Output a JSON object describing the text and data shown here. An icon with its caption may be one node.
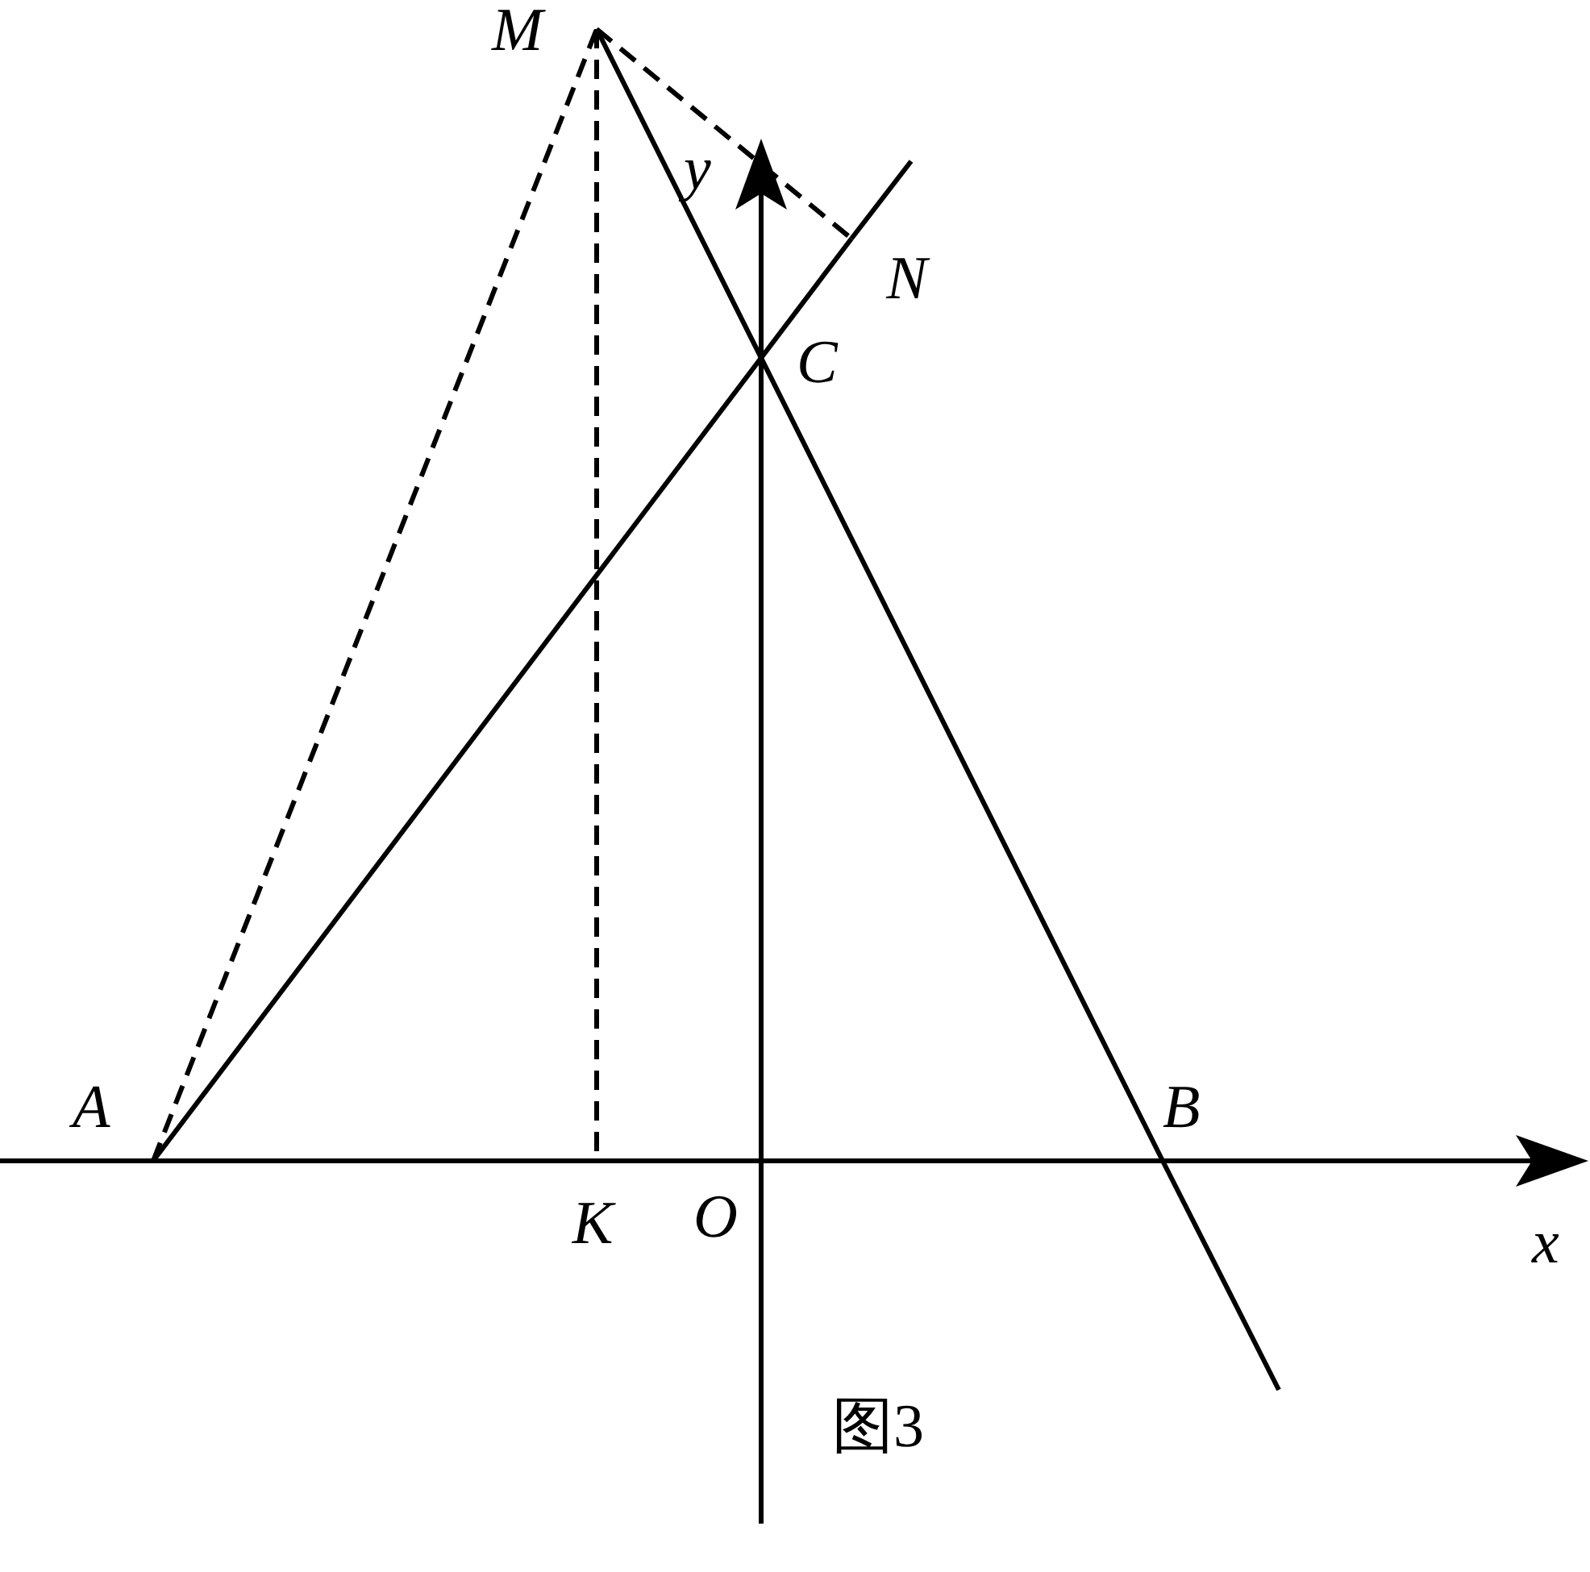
{
  "diagram": {
    "caption": "图3",
    "nodes": [
      {
        "text": [
          "A"
        ]
      },
      {
        "text": [
          "M"
        ]
      },
      {
        "text": [
          "N"
        ]
      },
      {
        "text": [
          "K"
        ]
      },
      {
        "text": [
          "B"
        ]
      }
    ],
    "edges": [
      {
        "from": 0,
        "to": 1,
        "arrow": "none",
        "style": "dashed"
      },
      {
        "from": 1,
        "to": 3,
        "arrow": "none",
        "style": "dashed"
      },
      {
        "from": 1,
        "to": 2,
        "arrow": "none",
        "style": "dashed"
      },
      {
        "from": 0,
        "to": 2,
        "arrow": "none"
      },
      {
        "from": 1,
        "to": 4,
        "arrow": "none"
      }
    ],
    "labels": [
      "y",
      "C",
      "O",
      "x"
    ]
  }
}
